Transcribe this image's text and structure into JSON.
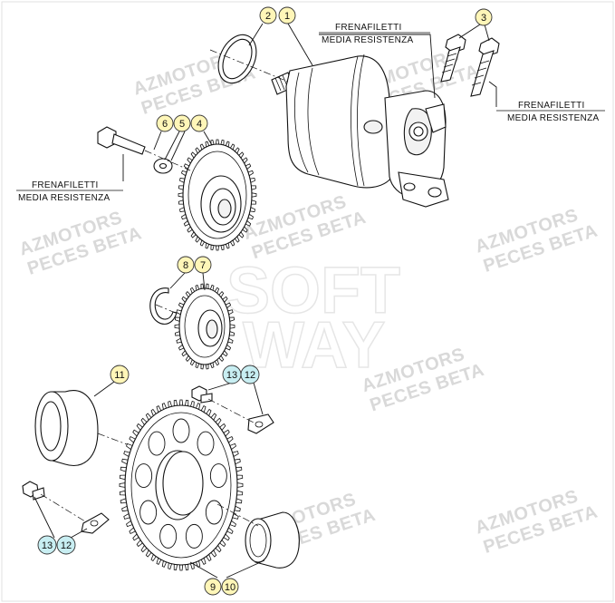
{
  "watermarks": [
    "AZMOTORS",
    "PECES BETA",
    "AZMOTORS",
    "PECES BETA",
    "AZMOTORS",
    "PECES BETA",
    "AZMOTORS",
    "PECES BETA",
    "AZMOTORS",
    "PECES BETA",
    "AZMOTORS",
    "PECES BETA",
    "AZMOTORS",
    "PECES BETA",
    "AZMOTORS",
    "PECES BETA"
  ],
  "big_watermark": [
    "SOFT",
    "WAY"
  ],
  "notes": {
    "top": [
      "FRENAFILETTI",
      "MEDIA RESISTENZA"
    ],
    "left": [
      "FRENAFILETTI",
      "MEDIA RESISTENZA"
    ],
    "right": [
      "FRENAFILETTI",
      "MEDIA RESISTENZA"
    ]
  },
  "callouts": [
    {
      "label": "2",
      "style": "yellow"
    },
    {
      "label": "1",
      "style": "yellow"
    },
    {
      "label": "3",
      "style": "yellow"
    },
    {
      "label": "6",
      "style": "yellow"
    },
    {
      "label": "5",
      "style": "yellow"
    },
    {
      "label": "4",
      "style": "yellow"
    },
    {
      "label": "8",
      "style": "yellow"
    },
    {
      "label": "7",
      "style": "yellow"
    },
    {
      "label": "11",
      "style": "yellow"
    },
    {
      "label": "13",
      "style": "blue"
    },
    {
      "label": "12",
      "style": "blue"
    },
    {
      "label": "13",
      "style": "blue"
    },
    {
      "label": "12",
      "style": "blue"
    },
    {
      "label": "9",
      "style": "yellow"
    },
    {
      "label": "10",
      "style": "yellow"
    }
  ],
  "colors": {
    "callout_yellow": "#fff6b8",
    "callout_blue": "#c8eef2",
    "watermark": "#d9d9d9"
  }
}
